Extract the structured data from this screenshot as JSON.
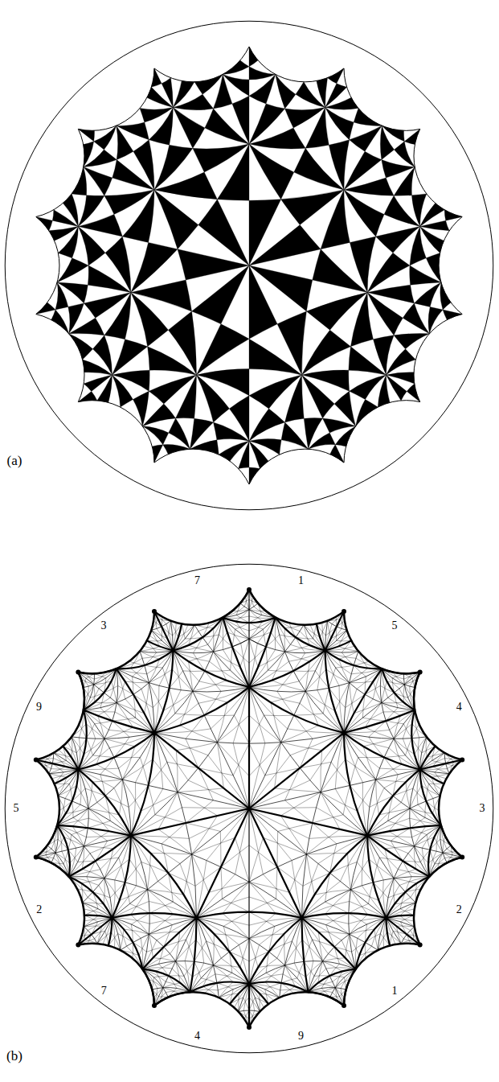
{
  "diagram": {
    "labels": [
      "(a)",
      "(b)",
      "7",
      "1",
      "5",
      "4",
      "3",
      "2",
      "1",
      "9",
      "4",
      "7",
      "2",
      "5",
      "9",
      "3"
    ]
  }
}
